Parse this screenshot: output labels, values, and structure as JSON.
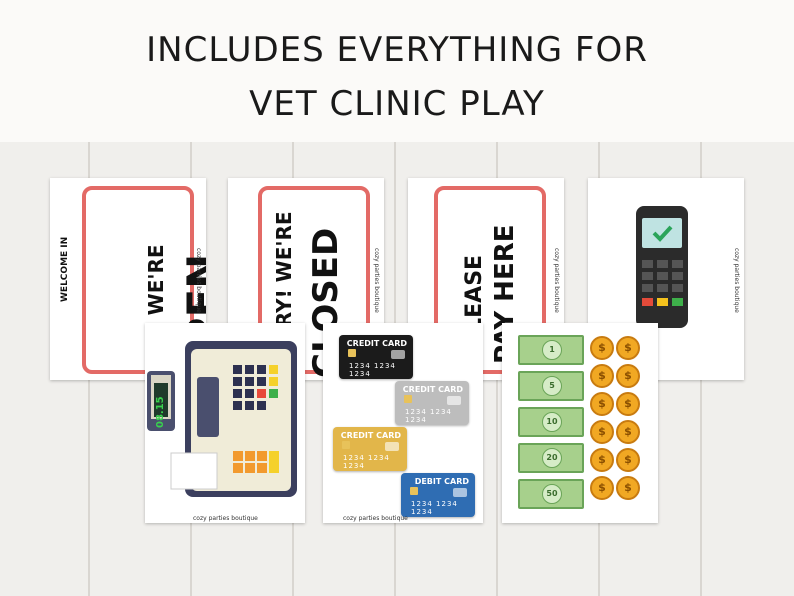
{
  "header": {
    "line1": "INCLUDES EVERYTHING FOR",
    "line2": "VET CLINIC PLAY"
  },
  "brand": "cozy parties boutique",
  "signs": {
    "open": {
      "arc": "WELCOME IN",
      "line1": "YES! WE'RE",
      "line2": "OPEN"
    },
    "closed": {
      "line1": "SORRY! WE'RE",
      "line2": "CLOSED"
    },
    "pay": {
      "line1": "PLEASE",
      "line2": "PAY HERE"
    }
  },
  "register": {
    "display": "08.15"
  },
  "cards": [
    {
      "label": "CREDIT CARD",
      "number": "1234  1234  1234",
      "color": "#1b1b1b"
    },
    {
      "label": "CREDIT CARD",
      "number": "1234  1234  1234",
      "color": "#bdbdbd"
    },
    {
      "label": "CREDIT CARD",
      "number": "1234  1234  1234",
      "color": "#e2b64a"
    },
    {
      "label": "DEBIT CARD",
      "number": "1234  1234  1234",
      "color": "#2f6db3"
    }
  ],
  "money": {
    "bills": [
      "1",
      "5",
      "10",
      "20",
      "50"
    ],
    "coin_symbol": "$"
  },
  "colors": {
    "accent_red": "#e36a66",
    "bill_green": "#a7d08c",
    "coin_gold": "#f1a823"
  }
}
